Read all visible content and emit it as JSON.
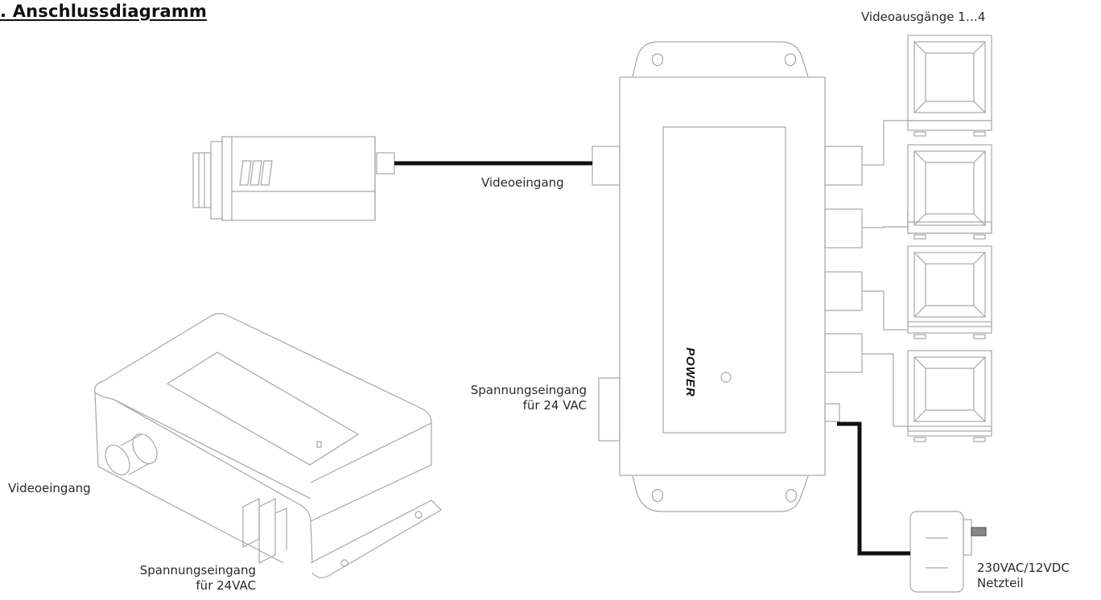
{
  "diagram": {
    "title": ". Anschlussdiagramm",
    "labels": {
      "video_outputs": "Videoausgänge 1…4",
      "video_input_main": "Videoeingang",
      "power_input_main_line1": "Spannungseingang",
      "power_input_main_line2": "für 24 VAC",
      "power_led": "POWER",
      "video_input_iso": "Videoeingang",
      "power_input_iso_line1": "Spannungseingang",
      "power_input_iso_line2": "für 24VAC",
      "psu_line1": "230VAC/12VDC",
      "psu_line2": "Netzteil"
    },
    "components": [
      {
        "id": "camera",
        "name": "Kamera"
      },
      {
        "id": "distributor",
        "name": "Videoverteiler",
        "outputs": 4
      },
      {
        "id": "monitor-1",
        "name": "Monitor 1"
      },
      {
        "id": "monitor-2",
        "name": "Monitor 2"
      },
      {
        "id": "monitor-3",
        "name": "Monitor 3"
      },
      {
        "id": "monitor-4",
        "name": "Monitor 4"
      },
      {
        "id": "psu",
        "name": "Netzteil"
      },
      {
        "id": "distributor-iso",
        "name": "Videoverteiler (isometrisch)"
      }
    ],
    "colors": {
      "line": "#9a9a9a",
      "cable": "#111111",
      "text": "#2a2a2a"
    }
  }
}
